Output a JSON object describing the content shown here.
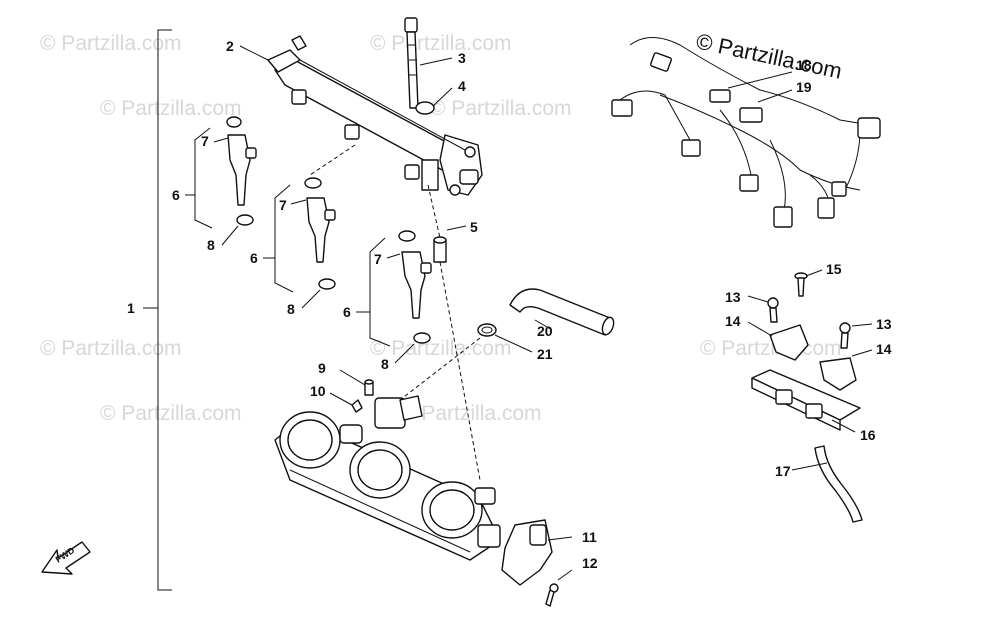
{
  "watermark": {
    "text": "© Partzilla.com"
  },
  "copyright": {
    "text": "© Partzilla.com"
  },
  "fwd": {
    "text": "FWD"
  },
  "labels": [
    "1",
    "2",
    "3",
    "4",
    "5",
    "6",
    "7",
    "8",
    "6",
    "7",
    "8",
    "6",
    "7",
    "8",
    "9",
    "10",
    "11",
    "12",
    "13",
    "14",
    "13",
    "14",
    "15",
    "16",
    "17",
    "18",
    "19",
    "20",
    "21"
  ]
}
